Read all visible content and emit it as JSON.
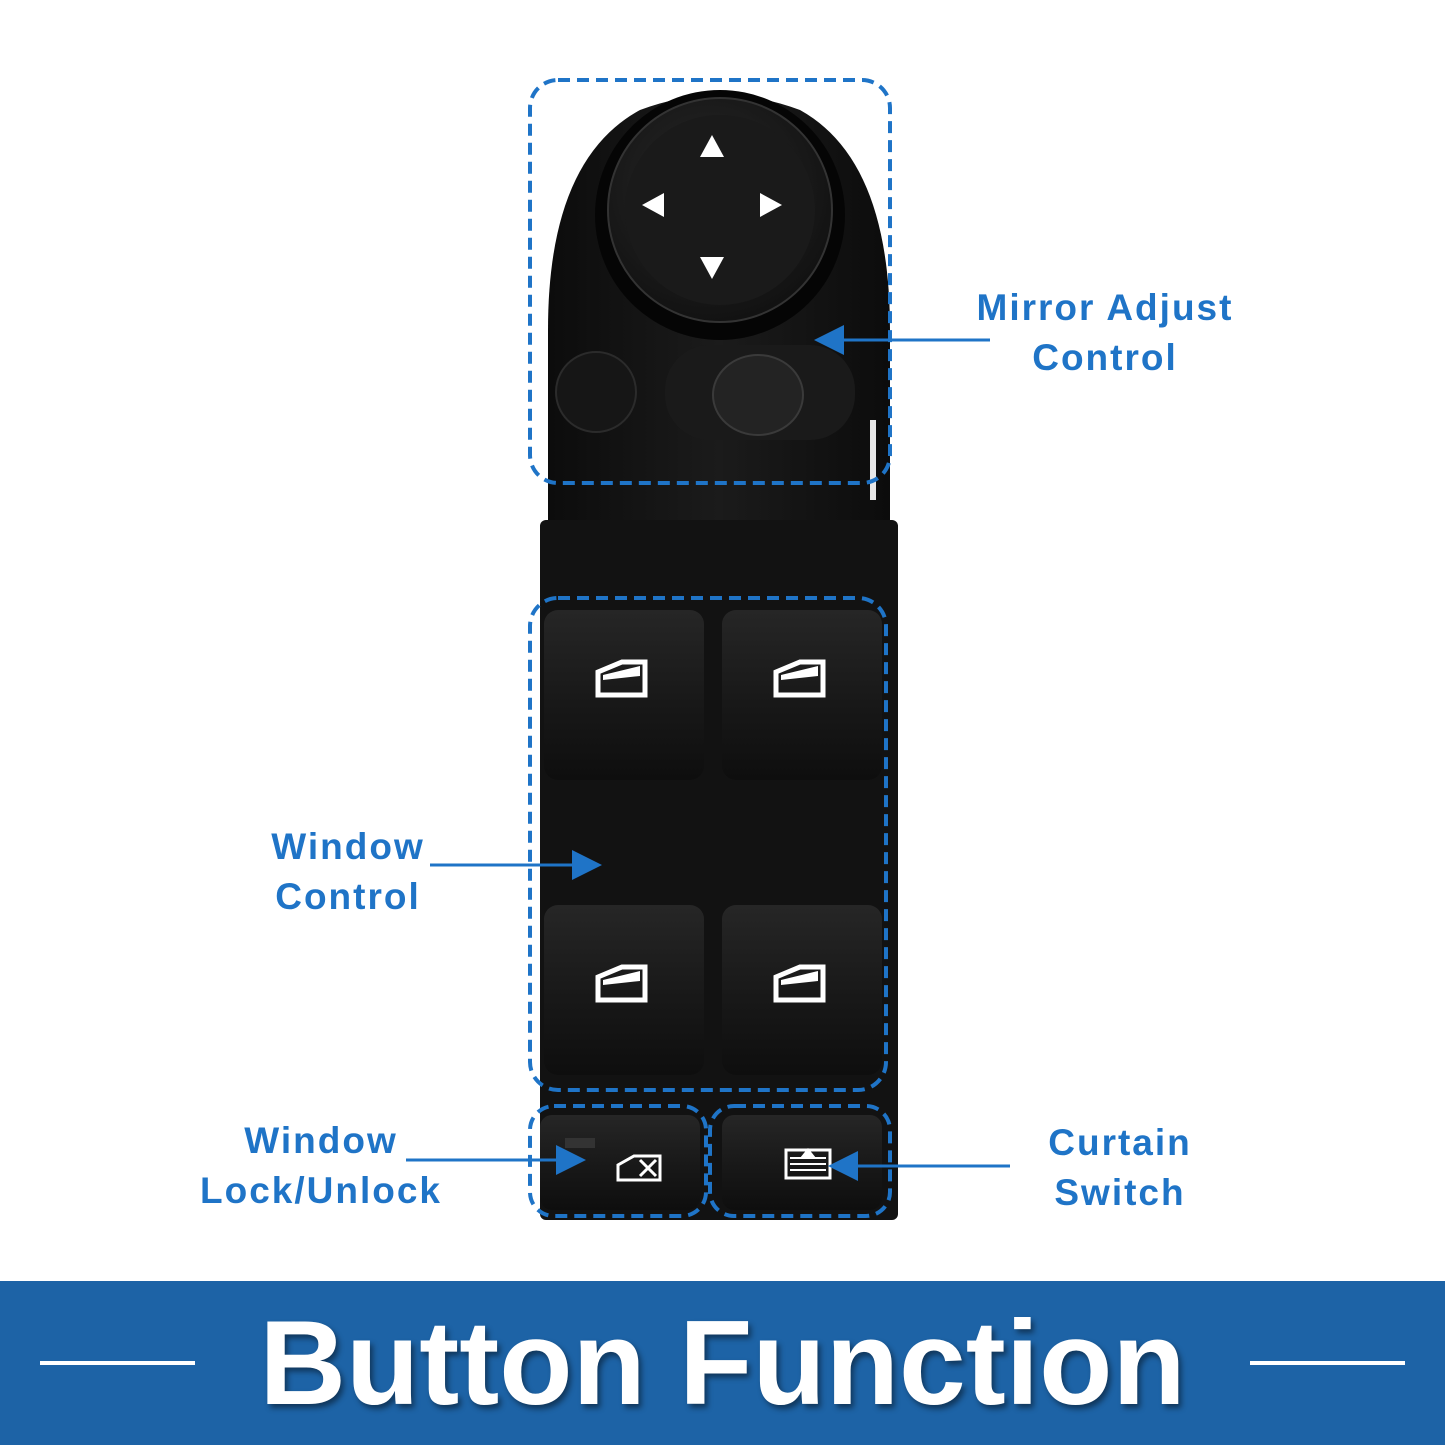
{
  "labels": {
    "mirror": [
      "Mirror Adjust",
      "Control"
    ],
    "window": [
      "Window",
      "Control"
    ],
    "lock": [
      "Window",
      "Lock/Unlock"
    ],
    "curtain": [
      "Curtain",
      "Switch"
    ]
  },
  "banner": {
    "title": "Button Function"
  },
  "colors": {
    "accent": "#1f74c7",
    "banner": "#1d63a6",
    "switch_body": "#141414"
  },
  "icons": {
    "mirror_knob": "four-direction-arrows-icon",
    "window_buttons": "car-window-icon",
    "lock_button": "window-lock-icon",
    "curtain_button": "curtain-icon"
  }
}
